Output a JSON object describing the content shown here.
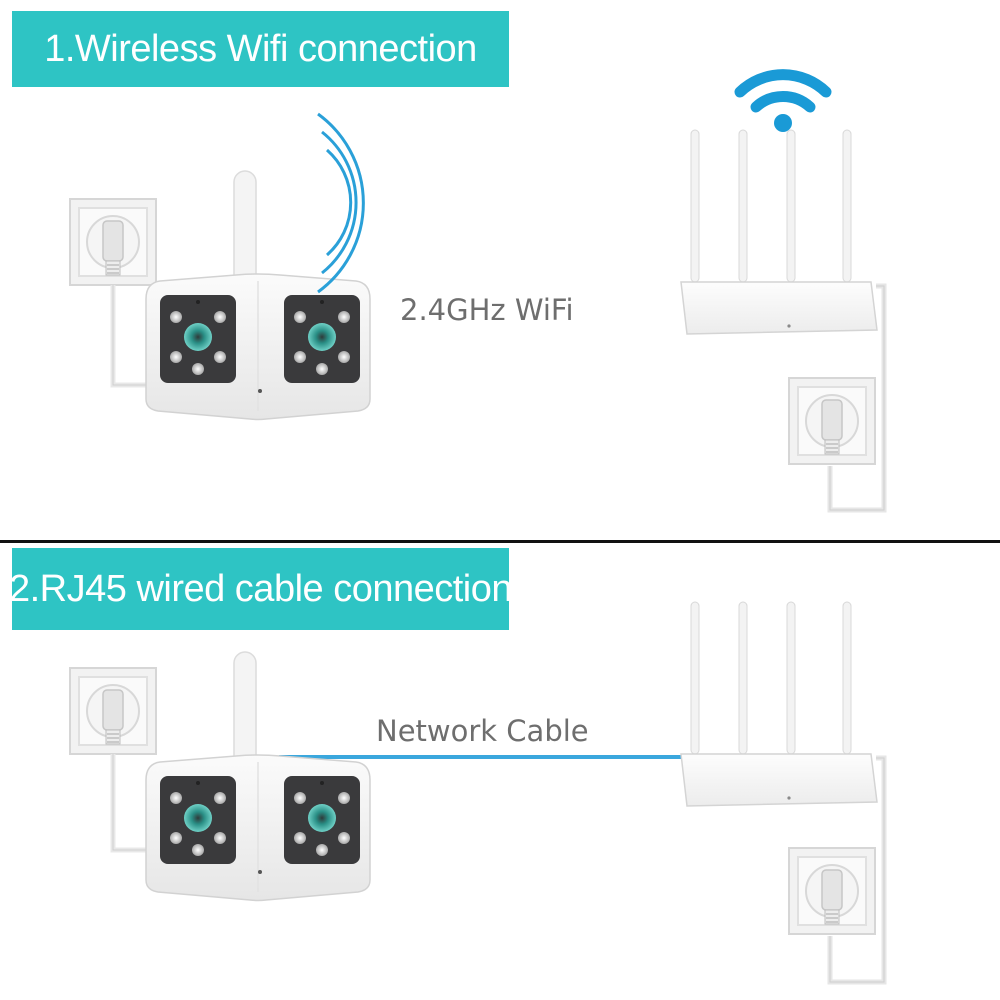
{
  "sections": [
    {
      "title": "1.Wireless Wifi connection",
      "link_label": "2.4GHz WiFi"
    },
    {
      "title": "2.RJ45 wired cable connection",
      "link_label": "Network Cable"
    }
  ],
  "colors": {
    "banner": "#2ec4c4",
    "wifi_signal": "#1a9ad6",
    "network_cable": "#3aa7dd",
    "label_text": "#6e6e6e"
  }
}
